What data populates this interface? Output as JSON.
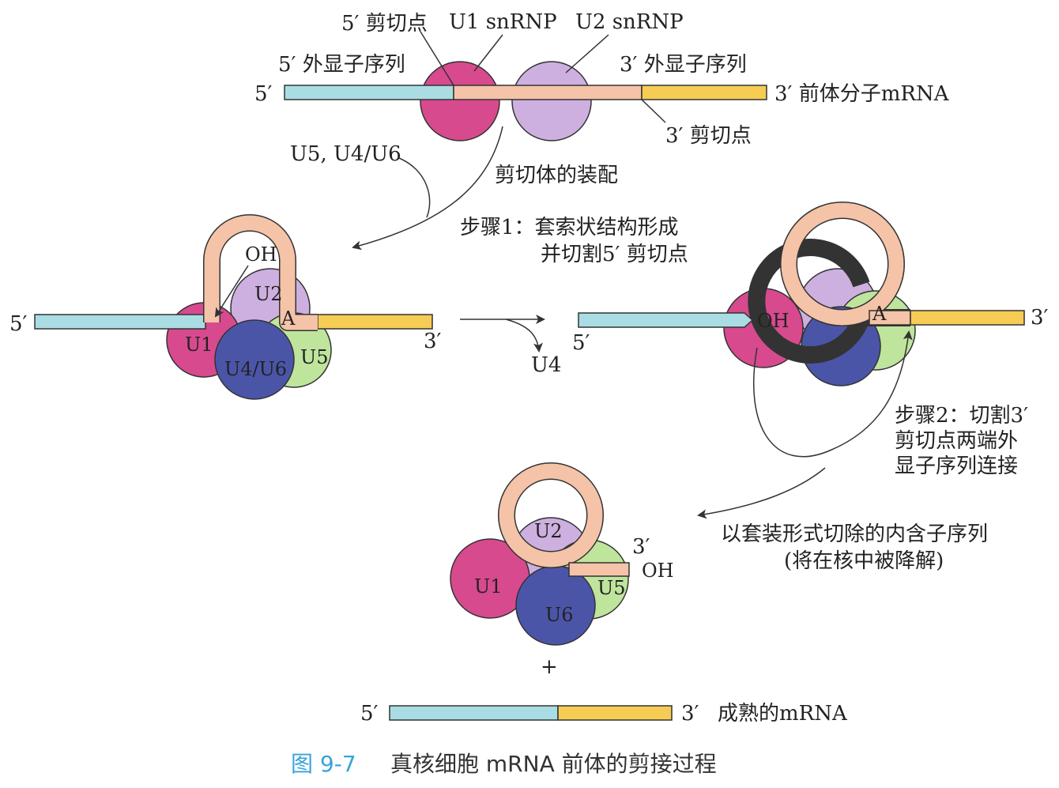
{
  "colors": {
    "exon5": "#a9dde3",
    "exon3": "#f6cc55",
    "intron": "#f4c3a8",
    "u1": "#d74a8e",
    "u2": "#cdb0df",
    "u46": "#4b55a8",
    "u5": "#bfe59d",
    "caption_fig": "#3aa3d8"
  },
  "top": {
    "label_5ss": "5′ 剪切点",
    "label_u1": "U1 snRNP",
    "label_u2": "U2 snRNP",
    "label_exon5": "5′ 外显子序列",
    "label_exon3": "3′ 外显子序列",
    "end5": "5′",
    "end3_premrna": "3′ 前体分子mRNA",
    "label_3ss": "3′ 剪切点",
    "factors": "U5, U4/U6",
    "assembly": "剪切体的装配"
  },
  "middle_left": {
    "end5": "5′",
    "end3": "3′",
    "oh": "OH",
    "a": "A",
    "u1": "U1",
    "u2": "U2",
    "u46": "U4/U6",
    "u5": "U5"
  },
  "step1": {
    "line1": "步骤1：套索状结构形成",
    "line2": "并切割5′ 剪切点",
    "released": "U4"
  },
  "middle_right": {
    "end5": "5′",
    "end3": "3′",
    "oh": "OH",
    "a": "A"
  },
  "step2": {
    "line1": "步骤2：切割3′",
    "line2": "剪切点两端外",
    "line3": "显子序列连接"
  },
  "lariat": {
    "line1": "以套装形式切除的内含子序列",
    "line2": "(将在核中被降解)",
    "end3": "3′",
    "oh": "OH",
    "u1": "U1",
    "u2": "U2",
    "u5": "U5",
    "u6": "U6"
  },
  "product": {
    "plus": "+",
    "end5": "5′",
    "end3": "3′",
    "label": "成熟的mRNA"
  },
  "caption": {
    "fig_no": "图 9-7",
    "title": "真核细胞 mRNA 前体的剪接过程"
  }
}
